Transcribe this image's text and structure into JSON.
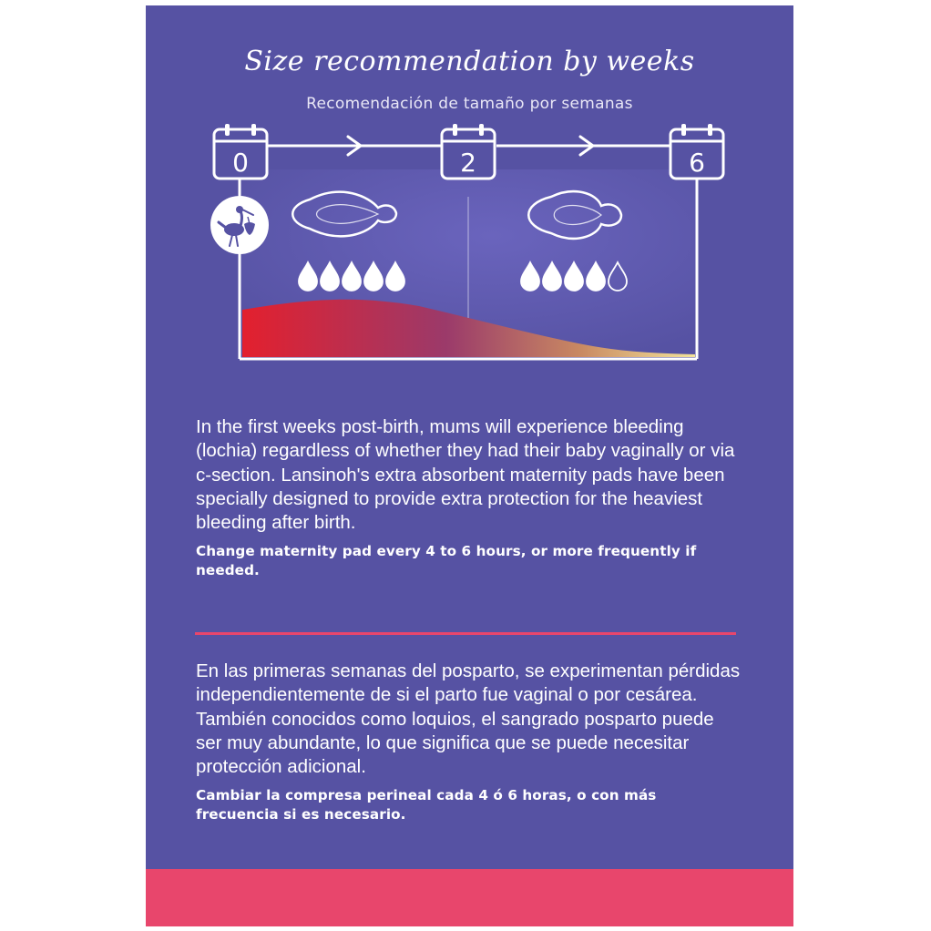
{
  "header": {
    "title": "Size recommendation by weeks",
    "subtitle": "Recomendación de tamaño por semanas"
  },
  "timeline": {
    "weeks": [
      "0",
      "2",
      "6"
    ],
    "stages": [
      {
        "pad": "large-pad-icon",
        "filled_drops": 5,
        "total_drops": 5
      },
      {
        "pad": "medium-pad-icon",
        "filled_drops": 4,
        "total_drops": 5
      }
    ],
    "icons": {
      "start": "stork-baby-icon"
    },
    "colors": {
      "flow_heavy": "#e3202e",
      "flow_light": "#f3e39a",
      "frame": "#ffffff"
    }
  },
  "english": {
    "paragraph": "In the first weeks post-birth, mums will experience bleeding (lochia) regardless of whether they had their baby vaginally or via c-section. Lansinoh's extra absorbent maternity pads have been specially designed to provide extra protection for the heaviest bleeding after birth.",
    "note": "Change maternity pad every 4 to 6 hours, or more frequently if needed."
  },
  "spanish": {
    "paragraph": "En las primeras semanas del posparto, se experimentan pérdidas independientemente de si el parto fue vaginal o por cesárea. También conocidos como loquios, el sangrado posparto puede ser muy abundante, lo que significa que se puede necesitar protección adicional.",
    "note": "Cambiar la compresa perineal cada 4 ó 6 horas, o con más frecuencia si es necesario."
  },
  "colors": {
    "background": "#5652a3",
    "accent": "#e8466c",
    "text": "#ffffff"
  }
}
